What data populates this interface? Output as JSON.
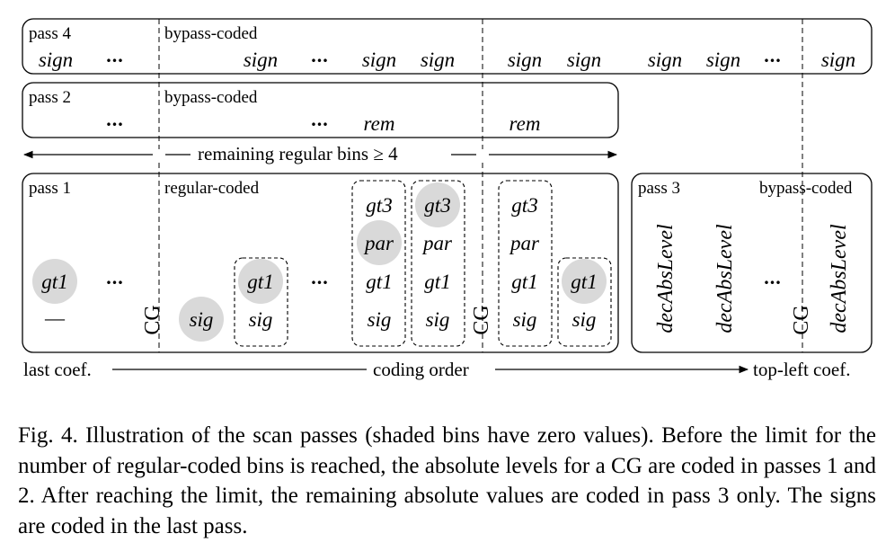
{
  "diagram": {
    "pass4": {
      "label": "pass 4",
      "mode": "bypass-coded",
      "row": [
        "sign",
        "...",
        "sign",
        "...",
        "sign",
        "sign",
        "sign",
        "sign",
        "sign",
        "sign",
        "...",
        "sign"
      ]
    },
    "pass2": {
      "label": "pass 2",
      "mode": "bypass-coded",
      "row": [
        "...",
        "...",
        "rem",
        "rem"
      ]
    },
    "remaining": "remaining regular bins ≥ 4",
    "pass1": {
      "label": "pass 1",
      "mode": "regular-coded",
      "gt3": [
        "gt3",
        "gt3",
        "gt3"
      ],
      "par": [
        "par",
        "par",
        "par"
      ],
      "gt1": [
        "gt1",
        "...",
        "gt1",
        "...",
        "gt1",
        "gt1",
        "gt1",
        "gt1"
      ],
      "sig": [
        "—",
        "sig",
        "sig",
        "sig",
        "sig",
        "sig",
        "sig"
      ]
    },
    "pass3": {
      "label": "pass 3",
      "mode": "bypass-coded",
      "items": [
        "decAbsLevel",
        "decAbsLevel",
        "...",
        "decAbsLevel"
      ]
    },
    "cg_labels": [
      "CG",
      "CG",
      "CG"
    ],
    "axis": {
      "left": "last coef.",
      "center": "coding order",
      "right": "top-left coef."
    },
    "shaded_color": "#d9d9d9"
  },
  "caption": "Fig. 4.   Illustration of the scan passes (shaded bins have zero values). Before the limit for the number of regular-coded bins is reached, the absolute levels for a CG are coded in passes 1 and 2. After reaching the limit, the remaining absolute values are coded in pass 3 only. The signs are coded in the last pass."
}
